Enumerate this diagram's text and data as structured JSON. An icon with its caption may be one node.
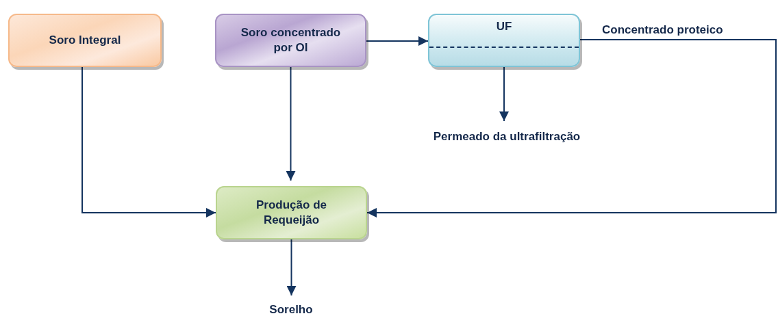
{
  "diagram": {
    "nodes": [
      {
        "text": [
          "Soro Integral"
        ]
      },
      {
        "text": [
          "Soro concentrado por OI"
        ]
      },
      {
        "text": [
          "UF"
        ]
      },
      {
        "text": [
          "Permeado da ultrafiltração"
        ]
      },
      {
        "text": [
          "Produção de Requeijão"
        ]
      },
      {
        "text": [
          "Sorelho"
        ]
      }
    ],
    "edges": [
      {
        "from": 0,
        "to": 4,
        "arrow": "to"
      },
      {
        "from": 1,
        "to": 2,
        "arrow": "to"
      },
      {
        "from": 1,
        "to": 4,
        "arrow": "to"
      },
      {
        "from": 2,
        "to": 3,
        "arrow": "to"
      },
      {
        "from": 2,
        "to": 4,
        "arrow": "to",
        "label": "Concentrado proteico"
      },
      {
        "from": 4,
        "to": 5,
        "arrow": "to"
      }
    ]
  }
}
